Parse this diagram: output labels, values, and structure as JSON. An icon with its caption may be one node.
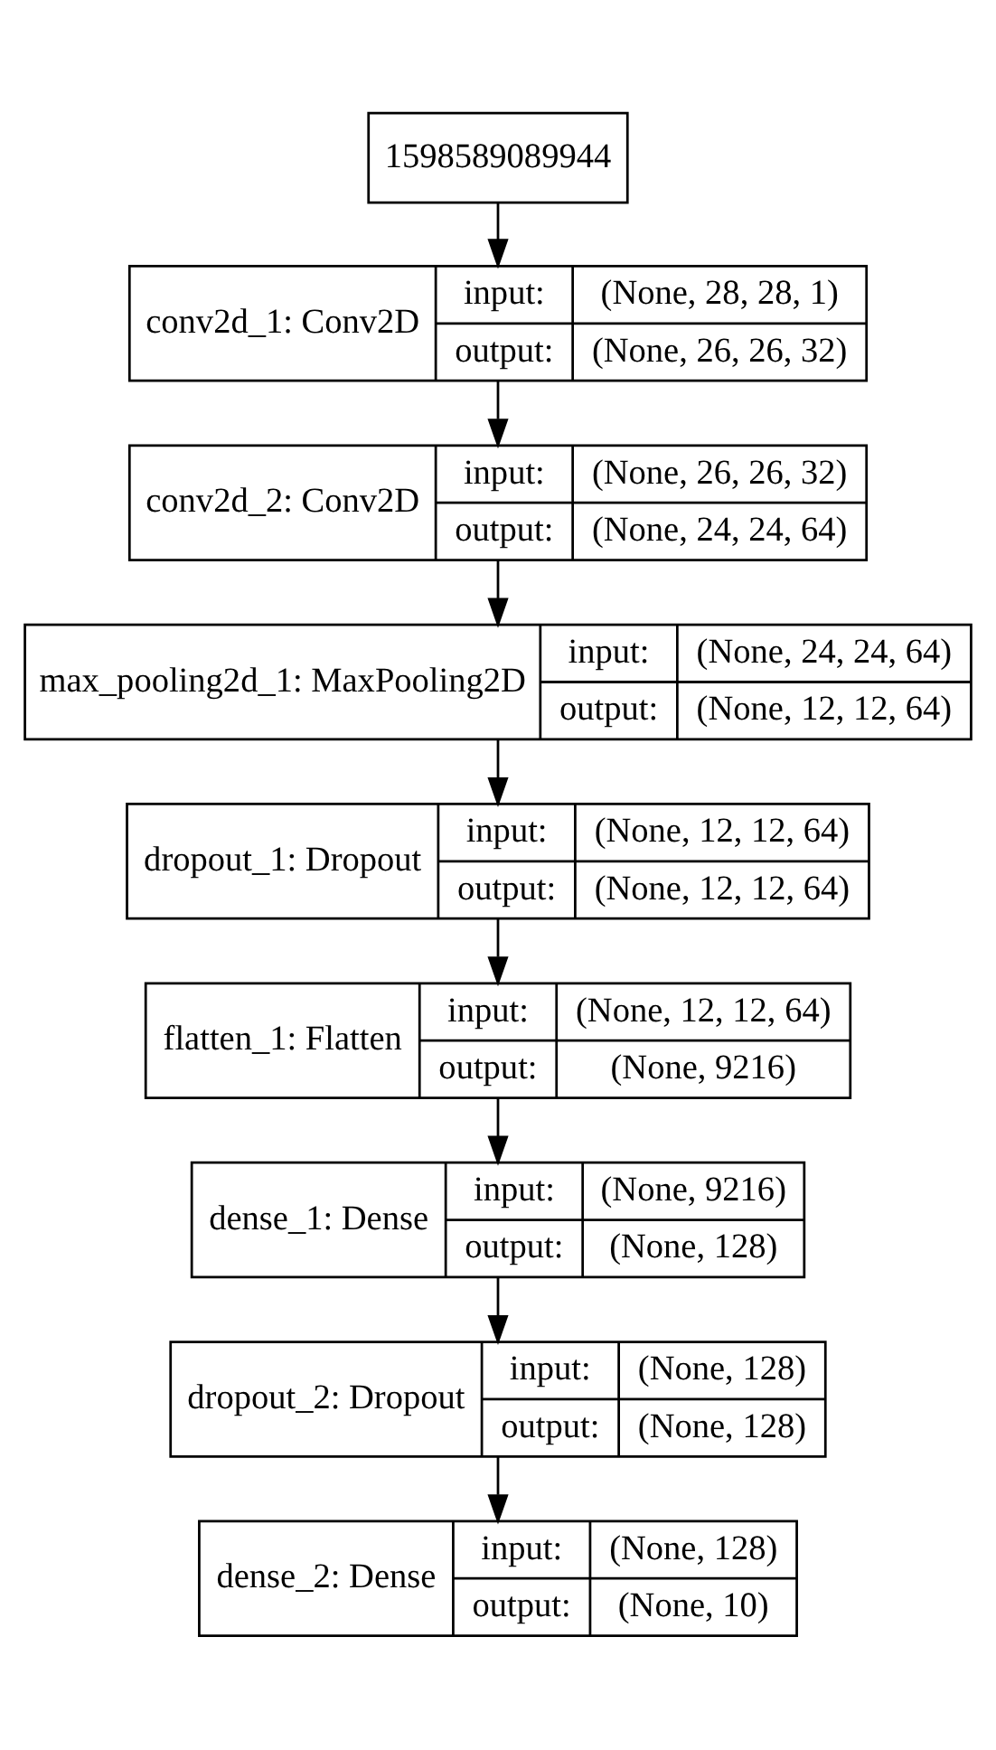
{
  "diagram": {
    "nodes": [
      {
        "text": [
          "1598589089944"
        ]
      },
      {
        "text": [
          "conv2d_1: Conv2D",
          "input:",
          "(None, 28, 28, 1)",
          "output:",
          "(None, 26, 26, 32)"
        ]
      },
      {
        "text": [
          "conv2d_2: Conv2D",
          "input:",
          "(None, 26, 26, 32)",
          "output:",
          "(None, 24, 24, 64)"
        ]
      },
      {
        "text": [
          "max_pooling2d_1: MaxPooling2D",
          "input:",
          "(None, 24, 24, 64)",
          "output:",
          "(None, 12, 12, 64)"
        ]
      },
      {
        "text": [
          "dropout_1: Dropout",
          "input:",
          "(None, 12, 12, 64)",
          "output:",
          "(None, 12, 12, 64)"
        ]
      },
      {
        "text": [
          "flatten_1: Flatten",
          "input:",
          "(None, 12, 12, 64)",
          "output:",
          "(None, 9216)"
        ]
      },
      {
        "text": [
          "dense_1: Dense",
          "input:",
          "(None, 9216)",
          "output:",
          "(None, 128)"
        ]
      },
      {
        "text": [
          "dropout_2: Dropout",
          "input:",
          "(None, 128)",
          "output:",
          "(None, 128)"
        ]
      },
      {
        "text": [
          "dense_2: Dense",
          "input:",
          "(None, 128)",
          "output:",
          "(None, 10)"
        ]
      }
    ],
    "edges": [
      {
        "from": 0,
        "to": 1,
        "arrow": "to"
      },
      {
        "from": 1,
        "to": 2,
        "arrow": "to"
      },
      {
        "from": 2,
        "to": 3,
        "arrow": "to"
      },
      {
        "from": 3,
        "to": 4,
        "arrow": "to"
      },
      {
        "from": 4,
        "to": 5,
        "arrow": "to"
      },
      {
        "from": 5,
        "to": 6,
        "arrow": "to"
      },
      {
        "from": 6,
        "to": 7,
        "arrow": "to"
      },
      {
        "from": 7,
        "to": 8,
        "arrow": "to"
      }
    ]
  }
}
